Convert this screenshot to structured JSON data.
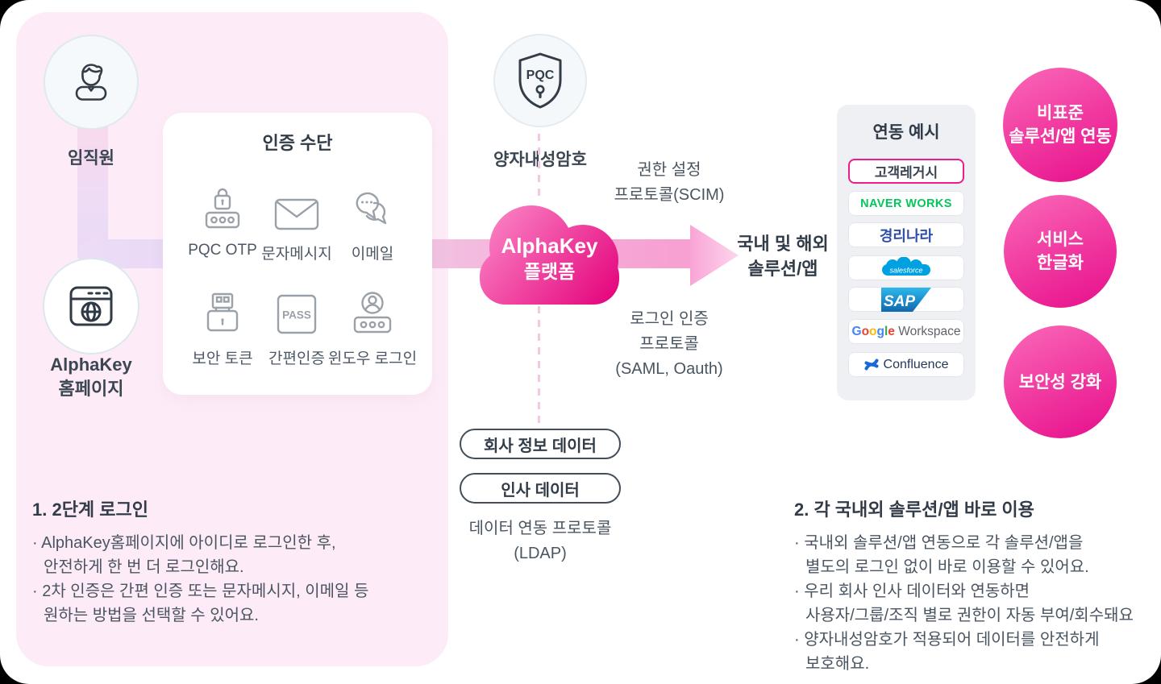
{
  "colors": {
    "panel_pink": "#fdecf7",
    "accent_magenta": "#e90e88",
    "cloud_gradient_start": "#f97abf",
    "cloud_gradient_end": "#e5087f",
    "band_lavender": "#e9d9f6",
    "band_pink": "#f79fd1",
    "highlight_border": "#ee1b8d",
    "naver_green": "#03c75a",
    "gyeongrinara_blue": "#2d4fa8",
    "salesforce_blue": "#00a1e0",
    "confluence_blue": "#1868db",
    "text_dark": "#323c48",
    "text_body": "#4a5562"
  },
  "left_panel": {
    "employee_label": "임직원",
    "homepage_line1": "AlphaKey",
    "homepage_line2": "홈페이지",
    "auth_card": {
      "title": "인증 수단",
      "pass_badge": "PASS",
      "methods": [
        {
          "label": "PQC OTP"
        },
        {
          "label": "문자메시지"
        },
        {
          "label": "이메일"
        },
        {
          "label": "보안 토큰"
        },
        {
          "label": "간편인증"
        },
        {
          "label": "윈도우 로그인"
        }
      ]
    },
    "note": {
      "title": "1. 2단계 로그인",
      "lines": [
        "· AlphaKey홈페이지에 아이디로 로그인한 후,",
        "안전하게 한 번 더 로그인해요.",
        "· 2차 인증은 간편 인증 또는 문자메시지, 이메일 등",
        "원하는 방법을 선택할 수 있어요."
      ]
    }
  },
  "center": {
    "shield_text": "PQC",
    "shield_label": "양자내성암호",
    "cloud_line1": "AlphaKey",
    "cloud_line2": "플랫폼",
    "scim_line1": "권한 설정",
    "scim_line2": "프로토콜(SCIM)",
    "login_line1": "로그인 인증",
    "login_line2": "프로토콜",
    "login_line3": "(SAML, Oauth)",
    "target_line1": "국내 및 해외",
    "target_line2": "솔루션/앱",
    "pill_company": "회사 정보 데이터",
    "pill_hr": "인사 데이터",
    "ldap_line1": "데이터 연동 프로토콜",
    "ldap_line2": "(LDAP)"
  },
  "examples": {
    "title": "연동 예시",
    "legacy_label": "고객레거시",
    "naver_label": "NAVER WORKS",
    "gyeongri_label": "경리나라",
    "salesforce_label": "salesforce",
    "sap_label": "SAP",
    "google": {
      "letters": [
        {
          "ch": "G",
          "style": "color:#4285F4"
        },
        {
          "ch": "o",
          "style": "color:#EA4335"
        },
        {
          "ch": "o",
          "style": "color:#FBBC05"
        },
        {
          "ch": "g",
          "style": "color:#4285F4"
        },
        {
          "ch": "l",
          "style": "color:#34A853"
        },
        {
          "ch": "e",
          "style": "color:#EA4335"
        }
      ],
      "rest": " Workspace"
    },
    "confluence_label": "Confluence"
  },
  "benefits": [
    {
      "line1": "비표준",
      "line2": "솔루션/앱 연동"
    },
    {
      "line1": "서비스",
      "line2": "한글화"
    },
    {
      "line1": "보안성 강화",
      "line2": ""
    }
  ],
  "right_note": {
    "title": "2. 각 국내외 솔루션/앱 바로 이용",
    "lines": [
      "· 국내외 솔루션/앱 연동으로 각 솔루션/앱을",
      "별도의 로그인 없이 바로 이용할 수 있어요.",
      "· 우리 회사 인사 데이터와 연동하면",
      "사용자/그룹/조직 별로 권한이 자동 부여/회수돼요",
      "· 양자내성암호가 적용되어 데이터를 안전하게",
      "보호해요."
    ]
  }
}
